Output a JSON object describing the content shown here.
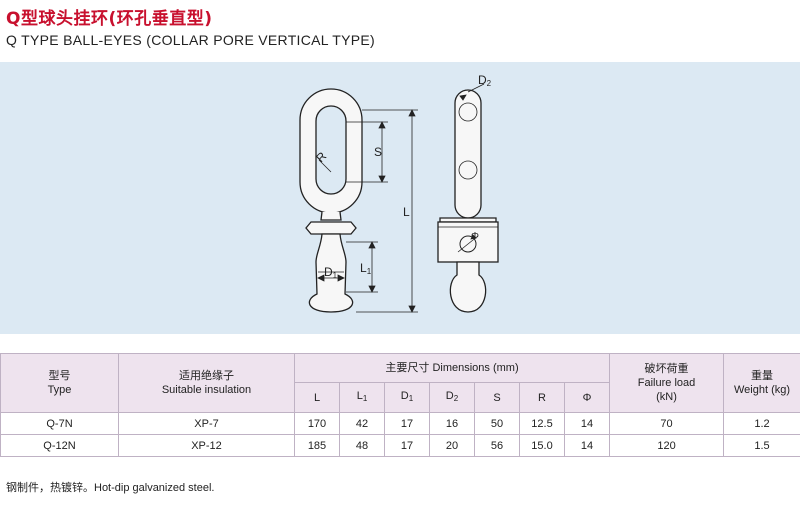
{
  "title": {
    "chinese": "Q型球头挂环(环孔垂直型)",
    "english": "Q TYPE BALL-EYES (COLLAR PORE VERTICAL TYPE)"
  },
  "drawing_labels": {
    "R": "R",
    "S": "S",
    "L": "L",
    "D1_base": "D",
    "D1_sub": "1",
    "L1_base": "L",
    "L1_sub": "1",
    "D2_base": "D",
    "D2_sub": "2",
    "phi": "Φ"
  },
  "table": {
    "col_type_cn": "型号",
    "col_type_en": "Type",
    "col_insulation_cn": "适用绝缘子",
    "col_insulation_en": "Suitable insulation",
    "col_dimensions": "主要尺寸 Dimensions (mm)",
    "col_failure_cn": "破坏荷重",
    "col_failure_en": "Failure load",
    "col_failure_unit": "(kN)",
    "col_weight_cn": "重量",
    "col_weight_en": "Weight (kg)",
    "dim_L": "L",
    "dim_L1_base": "L",
    "dim_L1_sub": "1",
    "dim_D1_base": "D",
    "dim_D1_sub": "1",
    "dim_D2_base": "D",
    "dim_D2_sub": "2",
    "dim_S": "S",
    "dim_R": "R",
    "dim_phi": "Φ",
    "rows": [
      {
        "type": "Q-7N",
        "insulation": "XP-7",
        "L": "170",
        "L1": "42",
        "D1": "17",
        "D2": "16",
        "S": "50",
        "R": "12.5",
        "phi": "14",
        "failure": "70",
        "weight": "1.2"
      },
      {
        "type": "Q-12N",
        "insulation": "XP-12",
        "L": "185",
        "L1": "48",
        "D1": "17",
        "D2": "20",
        "S": "56",
        "R": "15.0",
        "phi": "14",
        "failure": "120",
        "weight": "1.5"
      }
    ]
  },
  "note": "钢制件，热镀锌。Hot-dip galvanized steel.",
  "colors": {
    "title_red": "#c8102e",
    "panel_blue": "#dce9f3",
    "header_lilac": "#eee3ee"
  }
}
